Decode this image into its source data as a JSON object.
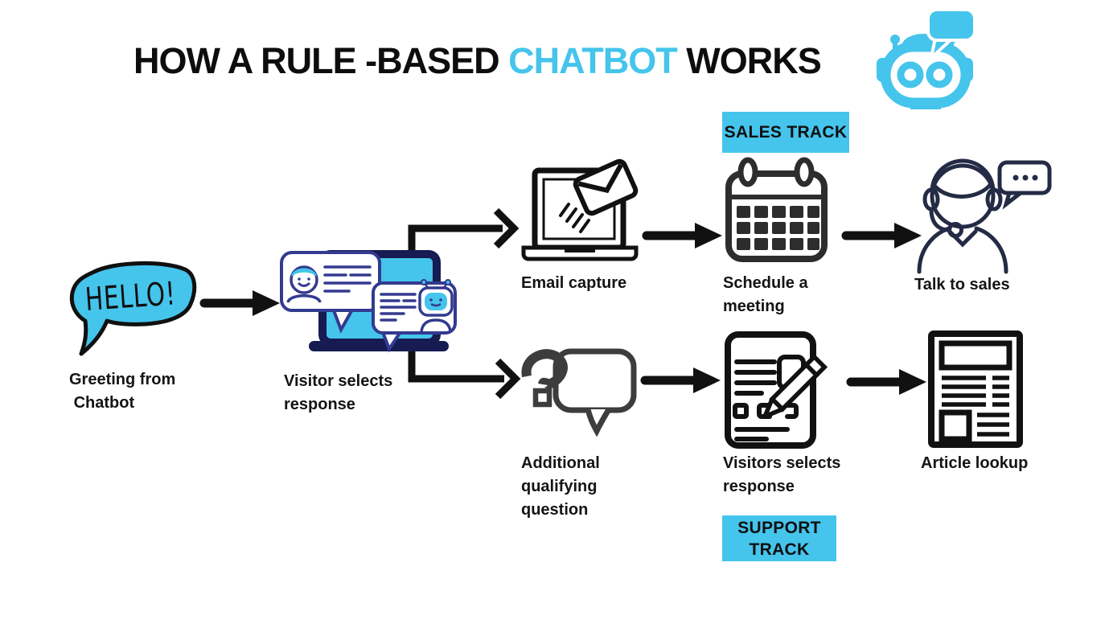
{
  "title": {
    "prefix": "HOW A RULE -BASED ",
    "highlight": "CHATBOT",
    "suffix": " WORKS"
  },
  "colors": {
    "accent_cyan": "#45C4EC",
    "icon_navy": "#333a8f",
    "laptop_navy": "#161b52",
    "icon_black": "#111111",
    "icon_gray": "#3d3d3d",
    "calendar_dark": "#2d2d2d",
    "agent_navy": "#242b45"
  },
  "logo": {
    "icon": "chatbot-robot-icon"
  },
  "flow": {
    "greeting": {
      "icon": "hello-speech-bubble-icon",
      "bubble_text": "HELLO!",
      "label": "Greeting from\n Chatbot"
    },
    "visitor_selects": {
      "icon": "laptop-chat-conversation-icon",
      "label": "Visitor selects\nresponse"
    },
    "email_capture": {
      "icon": "laptop-email-icon",
      "label": "Email capture"
    },
    "schedule_meeting": {
      "icon": "calendar-icon",
      "label": "Schedule a\nmeeting",
      "badge": "SALES TRACK"
    },
    "talk_to_sales": {
      "icon": "support-agent-chat-icon",
      "label": "Talk to sales"
    },
    "qualifying_question": {
      "icon": "question-speech-bubble-icon",
      "label": "Additional\nqualifying\nquestion"
    },
    "visitors_selects_response": {
      "icon": "form-pencil-icon",
      "label": "Visitors selects\nresponse",
      "badge": "SUPPORT\nTRACK"
    },
    "article_lookup": {
      "icon": "article-document-icon",
      "label": "Article lookup"
    }
  }
}
